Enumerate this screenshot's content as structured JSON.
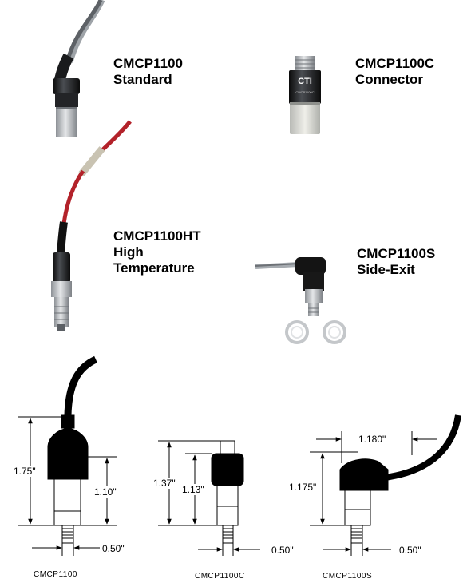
{
  "products": {
    "standard": {
      "model": "CMCP1100",
      "desc": "Standard"
    },
    "connector": {
      "model": "CMCP1100C",
      "desc": "Connector",
      "logo_text": "CTI",
      "body_text": "CMCP1100C"
    },
    "high_temp": {
      "model": "CMCP1100HT",
      "desc_line1": "High",
      "desc_line2": "Temperature"
    },
    "side_exit": {
      "model": "CMCP1100S",
      "desc": "Side-Exit"
    }
  },
  "drawings": {
    "standard": {
      "overall": "1.75\"",
      "body": "1.10\"",
      "thread": "0.50\"",
      "caption": "CMCP1100"
    },
    "connector": {
      "overall": "1.37\"",
      "body": "1.13\"",
      "thread": "0.50\"",
      "caption": "CMCP1100C"
    },
    "side_exit": {
      "width": "1.180\"",
      "body": "1.175\"",
      "thread": "0.50\"",
      "caption": "CMCP1100S"
    }
  },
  "colors": {
    "cable_red": "#b3222a",
    "cable_gray": "#8a8e92",
    "molding": "#111111",
    "steel": "#b8bcc0"
  }
}
